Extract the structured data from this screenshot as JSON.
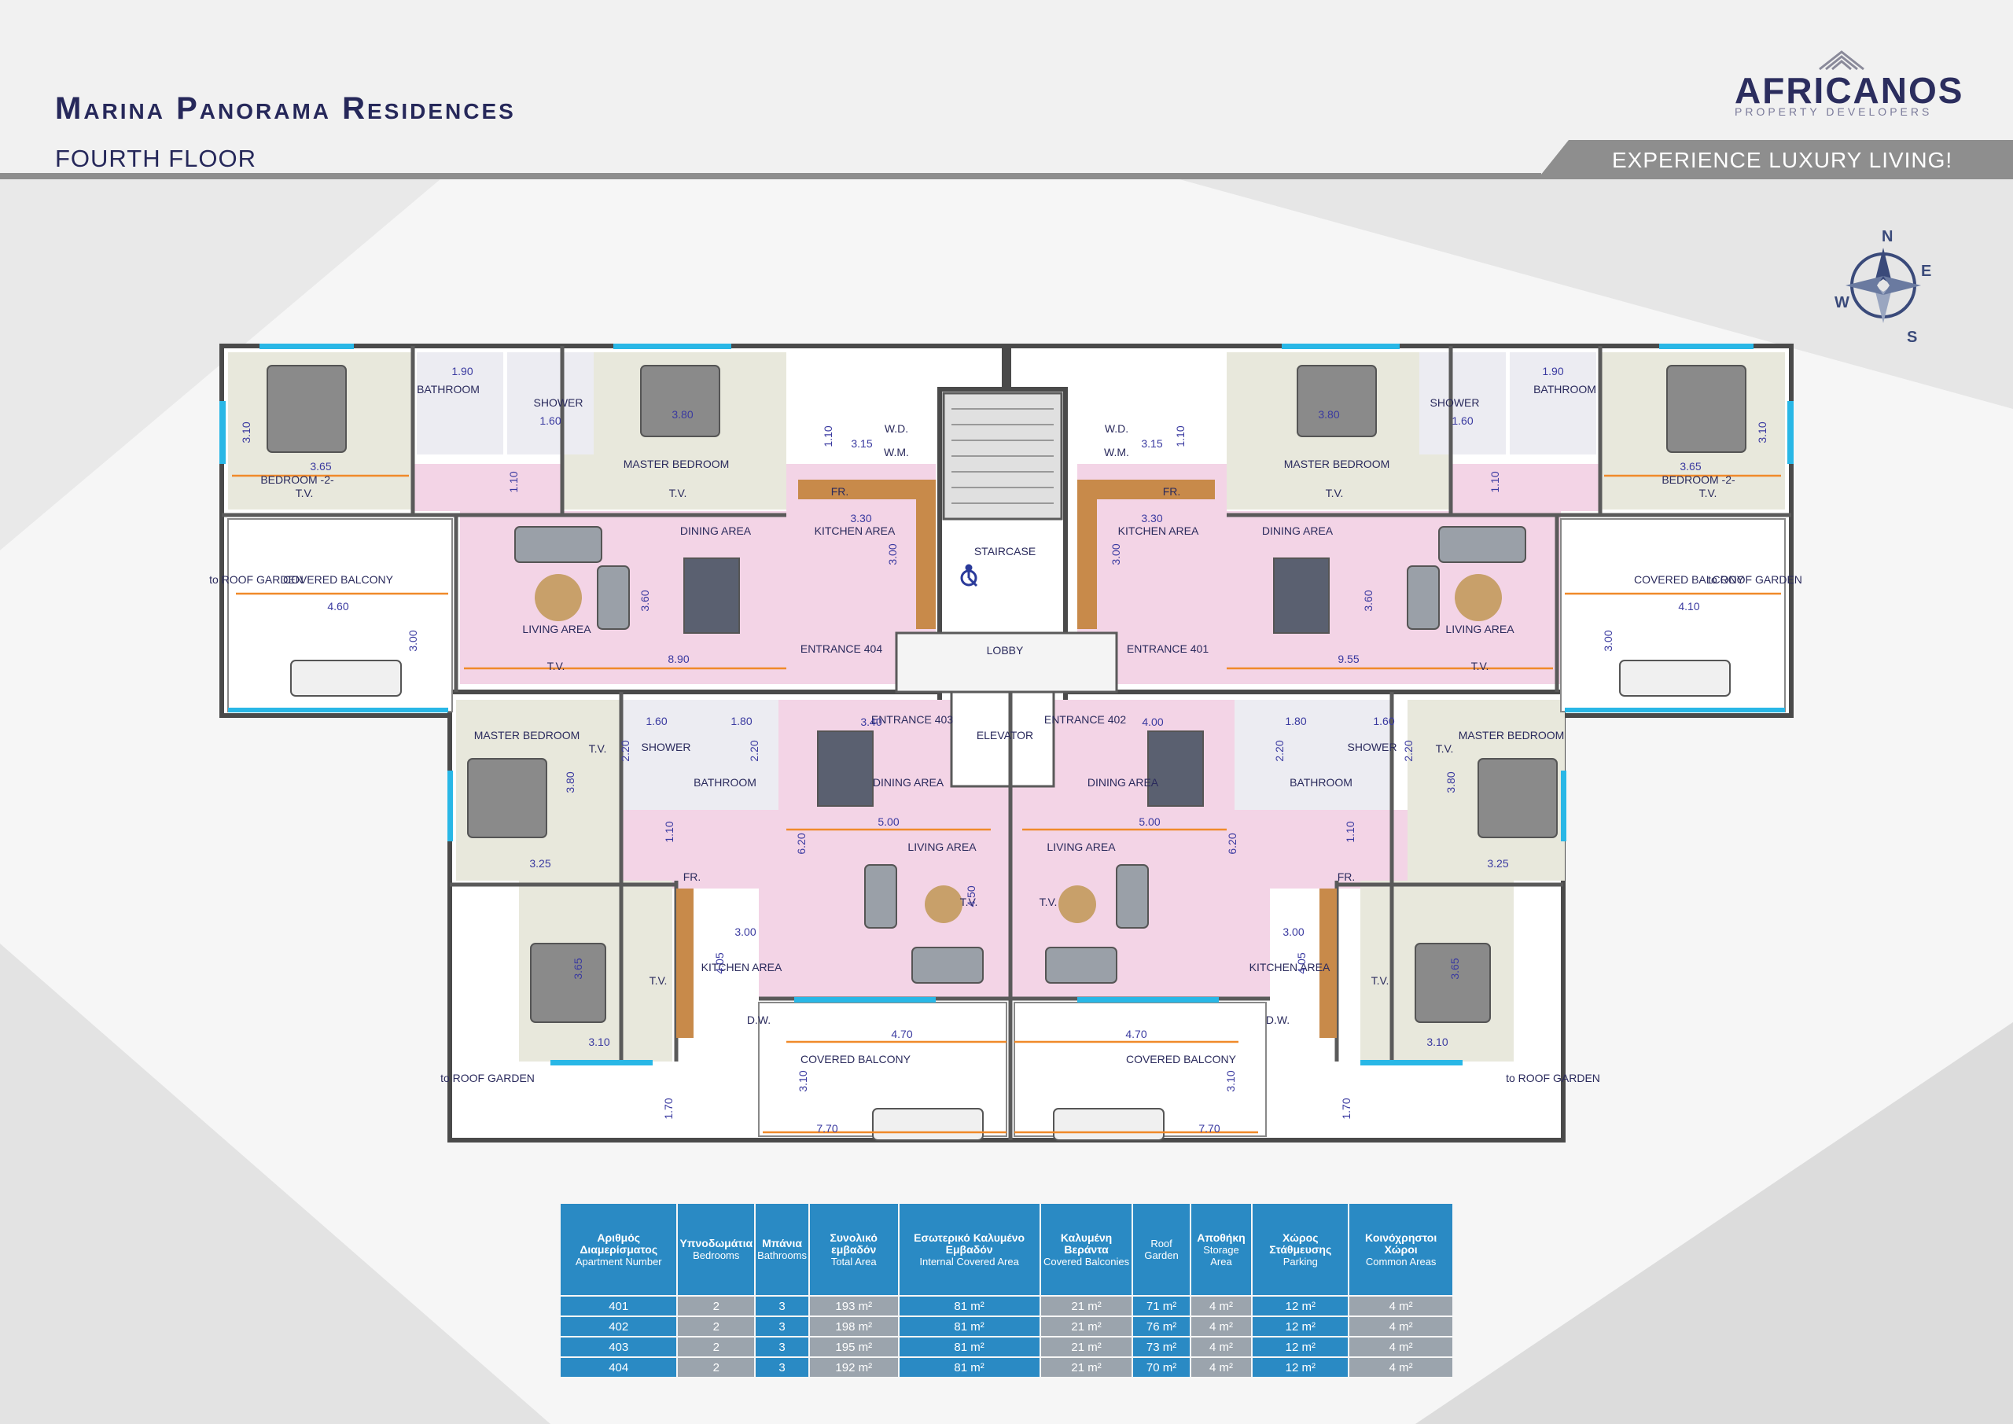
{
  "header": {
    "title": "Marina Panorama Residences",
    "subtitle": "FOURTH FLOOR",
    "slogan": "EXPERIENCE LUXURY LIVING!",
    "logo_name": "AFRICANOS",
    "logo_tagline": "PROPERTY DEVELOPERS"
  },
  "compass": {
    "n": "N",
    "e": "E",
    "s": "S",
    "w": "W"
  },
  "colors": {
    "accent_blue": "#2a8ac4",
    "band_gray": "#8e8e8e",
    "room_pink": "#f3d4e6",
    "balcony_white": "#ffffff",
    "title_navy": "#26285a"
  },
  "plan": {
    "rooms": {
      "bathroom_left": "BATHROOM",
      "shower_left": "SHOWER",
      "master_bedroom_tl": "MASTER BEDROOM",
      "bedroom2_left": "BEDROOM -2-",
      "covered_balcony_left": "COVERED BALCONY",
      "to_roof_left": "to ROOF GARDEN",
      "living_left": "LIVING AREA",
      "dining_left": "DINING AREA",
      "kitchen_left": "KITCHEN AREA",
      "entrance_404": "ENTRANCE 404",
      "staircase": "STAIRCASE",
      "lobby": "LOBBY",
      "elevator": "ELEVATOR",
      "entrance_401": "ENTRANCE 401",
      "kitchen_right": "KITCHEN AREA",
      "dining_right": "DINING AREA",
      "living_right": "LIVING AREA",
      "master_bedroom_tr": "MASTER BEDROOM",
      "shower_right": "SHOWER",
      "bathroom_right": "BATHROOM",
      "bedroom2_right": "BEDROOM -2-",
      "covered_balcony_right": "COVERED BALCONY",
      "to_roof_right": "to ROOF GARDEN",
      "master_bedroom_bl": "MASTER BEDROOM",
      "shower_bl": "SHOWER",
      "bathroom_bl": "BATHROOM",
      "entrance_403": "ENTRANCE 403",
      "dining_bl": "DINING AREA",
      "living_bl": "LIVING AREA",
      "kitchen_bl": "KITCHEN AREA",
      "covered_balcony_bl": "COVERED BALCONY",
      "to_roof_bl": "to ROOF GARDEN",
      "entrance_402": "ENTRANCE 402",
      "dining_br": "DINING AREA",
      "living_br": "LIVING AREA",
      "kitchen_br": "KITCHEN AREA",
      "covered_balcony_br": "COVERED BALCONY",
      "master_bedroom_br": "MASTER BEDROOM",
      "bathroom_br": "BATHROOM",
      "shower_br": "SHOWER",
      "to_roof_br": "to ROOF GARDEN",
      "wd": "W.D.",
      "wm": "W.M.",
      "fr": "FR.",
      "dw": "D.W.",
      "tv": "T.V."
    },
    "dims": {
      "d190": "1.90",
      "d160": "1.60",
      "d310": "3.10",
      "d365": "3.65",
      "d380": "3.80",
      "d110": "1.10",
      "d315": "3.15",
      "d330": "3.30",
      "d300": "3.00",
      "d360": "3.60",
      "d890": "8.90",
      "d955": "9.55",
      "d460": "4.60",
      "d410": "4.10",
      "d340": "3.40",
      "d400": "4.00",
      "d180": "1.80",
      "d220": "2.20",
      "d500": "5.00",
      "d620": "6.20",
      "d450": "4.50",
      "d325": "3.25",
      "d405": "4.05",
      "d470": "4.70",
      "d170": "1.70",
      "d770": "7.70"
    }
  },
  "table": {
    "headers": [
      {
        "gr": "Αριθμός Διαμερίσματος",
        "en": "Apartment Number"
      },
      {
        "gr": "Υπνοδωμάτια",
        "en": "Bedrooms"
      },
      {
        "gr": "Μπάνια",
        "en": "Bathrooms"
      },
      {
        "gr": "Συνολικό εμβαδόν",
        "en": "Total Area"
      },
      {
        "gr": "Εσωτερικό Καλυμένο Εμβαδόν",
        "en": "Internal Covered Area"
      },
      {
        "gr": "Καλυμένη Βεράντα",
        "en": "Covered Balconies"
      },
      {
        "gr": "",
        "en": "Roof Garden"
      },
      {
        "gr": "Αποθήκη",
        "en": "Storage Area"
      },
      {
        "gr": "Χώρος Στάθμευσης",
        "en": "Parking"
      },
      {
        "gr": "Κοινόχρηστοι Χώροι",
        "en": "Common Areas"
      }
    ],
    "rows": [
      [
        "401",
        "2",
        "3",
        "193 m²",
        "81 m²",
        "21 m²",
        "71 m²",
        "4 m²",
        "12 m²",
        "4 m²"
      ],
      [
        "402",
        "2",
        "3",
        "198 m²",
        "81 m²",
        "21 m²",
        "76 m²",
        "4 m²",
        "12 m²",
        "4 m²"
      ],
      [
        "403",
        "2",
        "3",
        "195 m²",
        "81 m²",
        "21 m²",
        "73 m²",
        "4 m²",
        "12 m²",
        "4 m²"
      ],
      [
        "404",
        "2",
        "3",
        "192 m²",
        "81 m²",
        "21 m²",
        "70 m²",
        "4 m²",
        "12 m²",
        "4 m²"
      ]
    ]
  }
}
